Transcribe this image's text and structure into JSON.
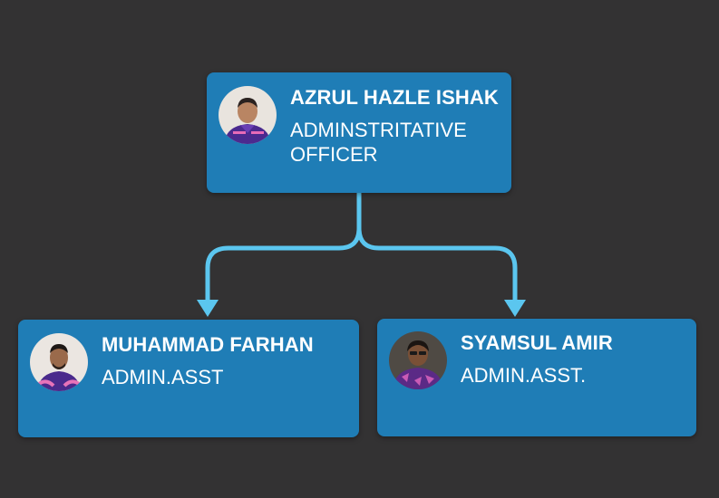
{
  "colors": {
    "background": "#333233",
    "card": "#1f7db6",
    "connector": "#5bc6ef",
    "text": "#ffffff"
  },
  "nodes": [
    {
      "id": "top",
      "name": "AZRUL HAZLE ISHAK",
      "role": "ADMINSTRITATIVE OFFICER",
      "avatar": "person-photo-avatar"
    },
    {
      "id": "left",
      "name": "MUHAMMAD FARHAN",
      "role": "ADMIN.ASST",
      "avatar": "person-photo-avatar"
    },
    {
      "id": "right",
      "name": "SYAMSUL AMIR",
      "role": "ADMIN.ASST.",
      "avatar": "person-photo-avatar"
    }
  ],
  "edges": [
    {
      "from": "top",
      "to": "left"
    },
    {
      "from": "top",
      "to": "right"
    }
  ]
}
